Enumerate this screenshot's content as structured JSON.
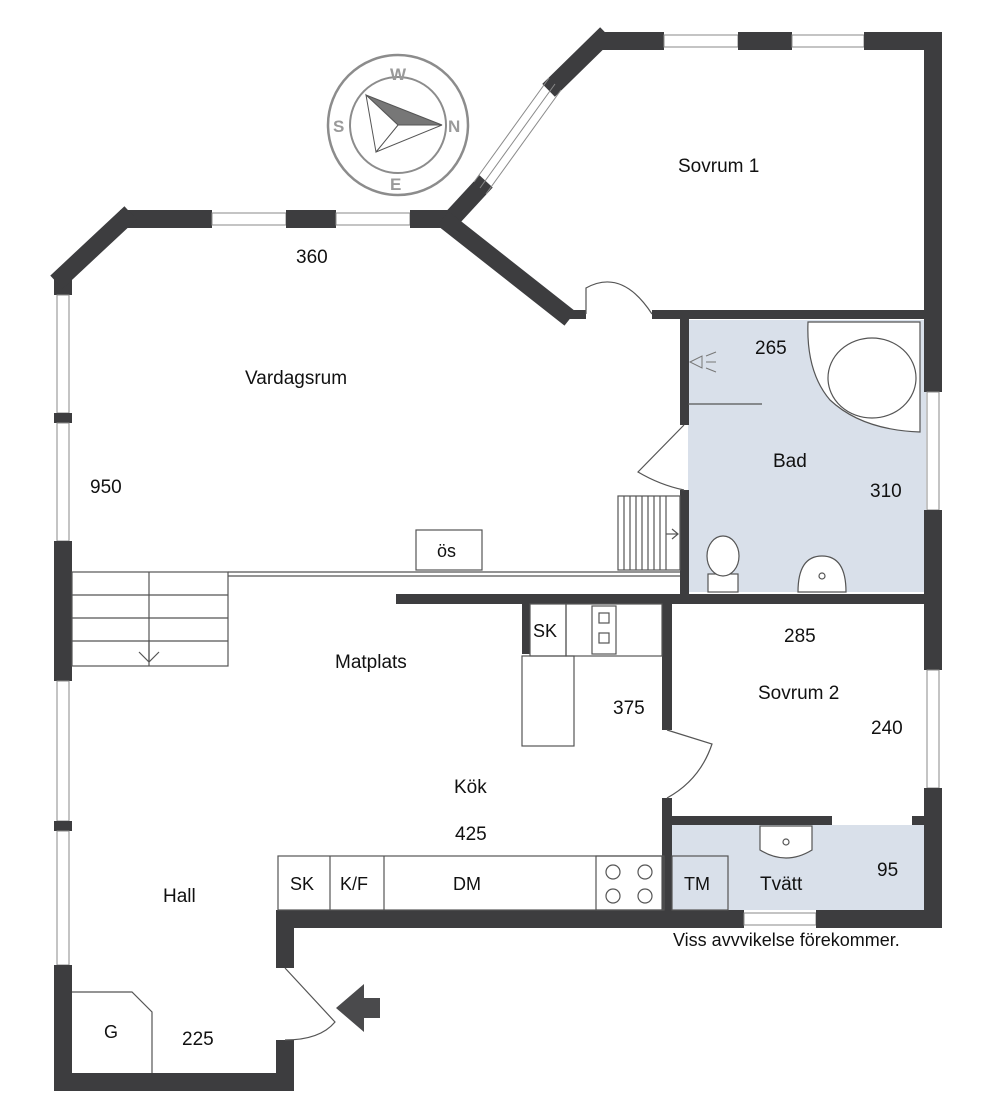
{
  "colors": {
    "wall": "#3d3d3f",
    "wet_room": "#d9e0ea",
    "compass": "#8c8c8c",
    "entrance_arrow": "#4a4a4c"
  },
  "compass": {
    "north": "N",
    "south": "S",
    "east": "E",
    "west": "W"
  },
  "rooms": {
    "sovrum1": "Sovrum 1",
    "vardagsrum": "Vardagsrum",
    "bad": "Bad",
    "matplats": "Matplats",
    "sovrum2": "Sovrum 2",
    "kok": "Kök",
    "hall": "Hall",
    "tvatt": "Tvätt"
  },
  "dimensions": {
    "d360": "360",
    "d265": "265",
    "d950": "950",
    "d310": "310",
    "d285": "285",
    "d375": "375",
    "d240": "240",
    "d425": "425",
    "d95": "95",
    "d225": "225"
  },
  "fixtures": {
    "os": "ös",
    "sk_upper": "SK",
    "sk_lower": "SK",
    "kf": "K/F",
    "dm": "DM",
    "tm": "TM",
    "g": "G"
  },
  "disclaimer": "Viss avvvikelse förekommer."
}
